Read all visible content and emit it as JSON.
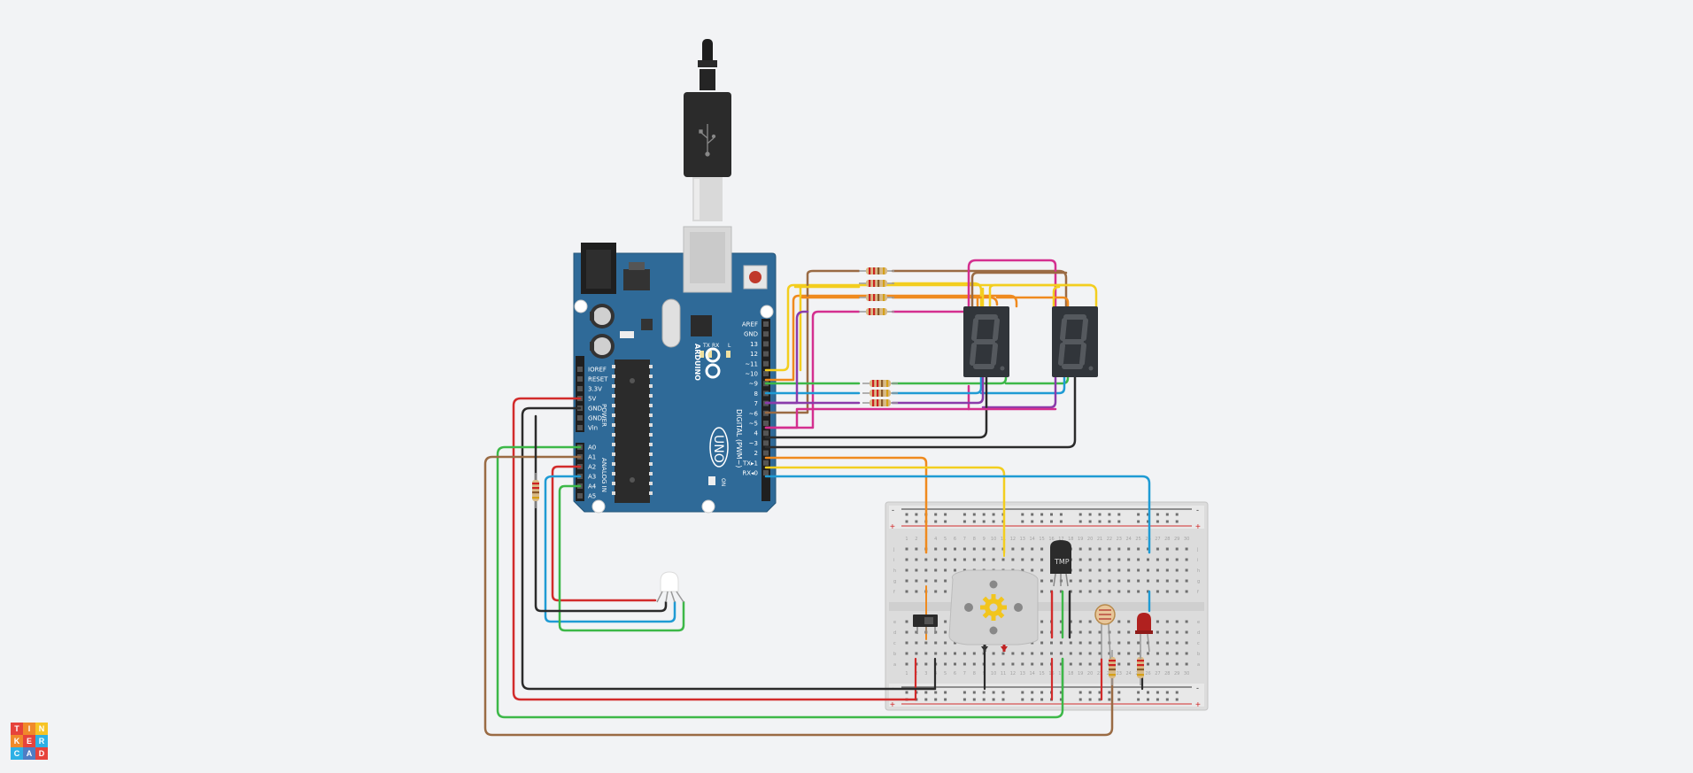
{
  "colors": {
    "canvas": "#f2f3f5",
    "board": "#2f6a98",
    "wire_red": "#d22b2b",
    "wire_black": "#2b2b2b",
    "wire_green": "#3db848",
    "wire_blue": "#1f9bd4",
    "wire_yellow": "#f3ce1f",
    "wire_orange": "#ef8a1e",
    "wire_brown": "#9a6b44",
    "wire_magenta": "#d42f8f",
    "wire_purple": "#8a3cab",
    "segment_display": "#31353a"
  },
  "icons": {
    "usb": "usb-icon",
    "motor_gear": "gear-icon"
  },
  "logo": {
    "letters": [
      {
        "char": "T",
        "color": "#e6433b"
      },
      {
        "char": "I",
        "color": "#f0892a"
      },
      {
        "char": "N",
        "color": "#f7c425"
      },
      {
        "char": "K",
        "color": "#f0892a"
      },
      {
        "char": "E",
        "color": "#e6433b"
      },
      {
        "char": "R",
        "color": "#2db0e5"
      },
      {
        "char": "C",
        "color": "#2db0e5"
      },
      {
        "char": "A",
        "color": "#4f7dc3"
      },
      {
        "char": "D",
        "color": "#e6433b"
      }
    ]
  },
  "arduino": {
    "model": "UNO",
    "brand": "ARDUINO",
    "digital_header": "DIGITAL (PWM~)",
    "power_header": "POWER",
    "analog_header": "ANALOG IN",
    "on_label": "ON",
    "tx_label": "TX",
    "rx_label": "RX",
    "l_label": "L",
    "digital_pins": [
      "AREF",
      "GND",
      "13",
      "12",
      "~11",
      "~10",
      "~9",
      "8",
      "7",
      "~6",
      "~5",
      "4",
      "~3",
      "2",
      "TX▸1",
      "RX◂0"
    ],
    "power_pins": [
      "IOREF",
      "RESET",
      "3.3V",
      "5V",
      "GND",
      "GND",
      "Vin"
    ],
    "analog_pins": [
      "A0",
      "A1",
      "A2",
      "A3",
      "A4",
      "A5"
    ]
  },
  "components": {
    "temp_sensor_label": "TMP"
  },
  "breadboard": {
    "row_letters_top": [
      "j",
      "i",
      "h",
      "g",
      "f"
    ],
    "row_letters_bottom": [
      "e",
      "d",
      "c",
      "b",
      "a"
    ],
    "rail_minus": "-",
    "rail_plus": "+",
    "columns": [
      "1",
      "2",
      "3",
      "4",
      "5",
      "6",
      "7",
      "8",
      "9",
      "10",
      "11",
      "12",
      "13",
      "14",
      "15",
      "16",
      "17",
      "18",
      "19",
      "20",
      "21",
      "22",
      "23",
      "24",
      "25",
      "26",
      "27",
      "28",
      "29",
      "30"
    ]
  }
}
